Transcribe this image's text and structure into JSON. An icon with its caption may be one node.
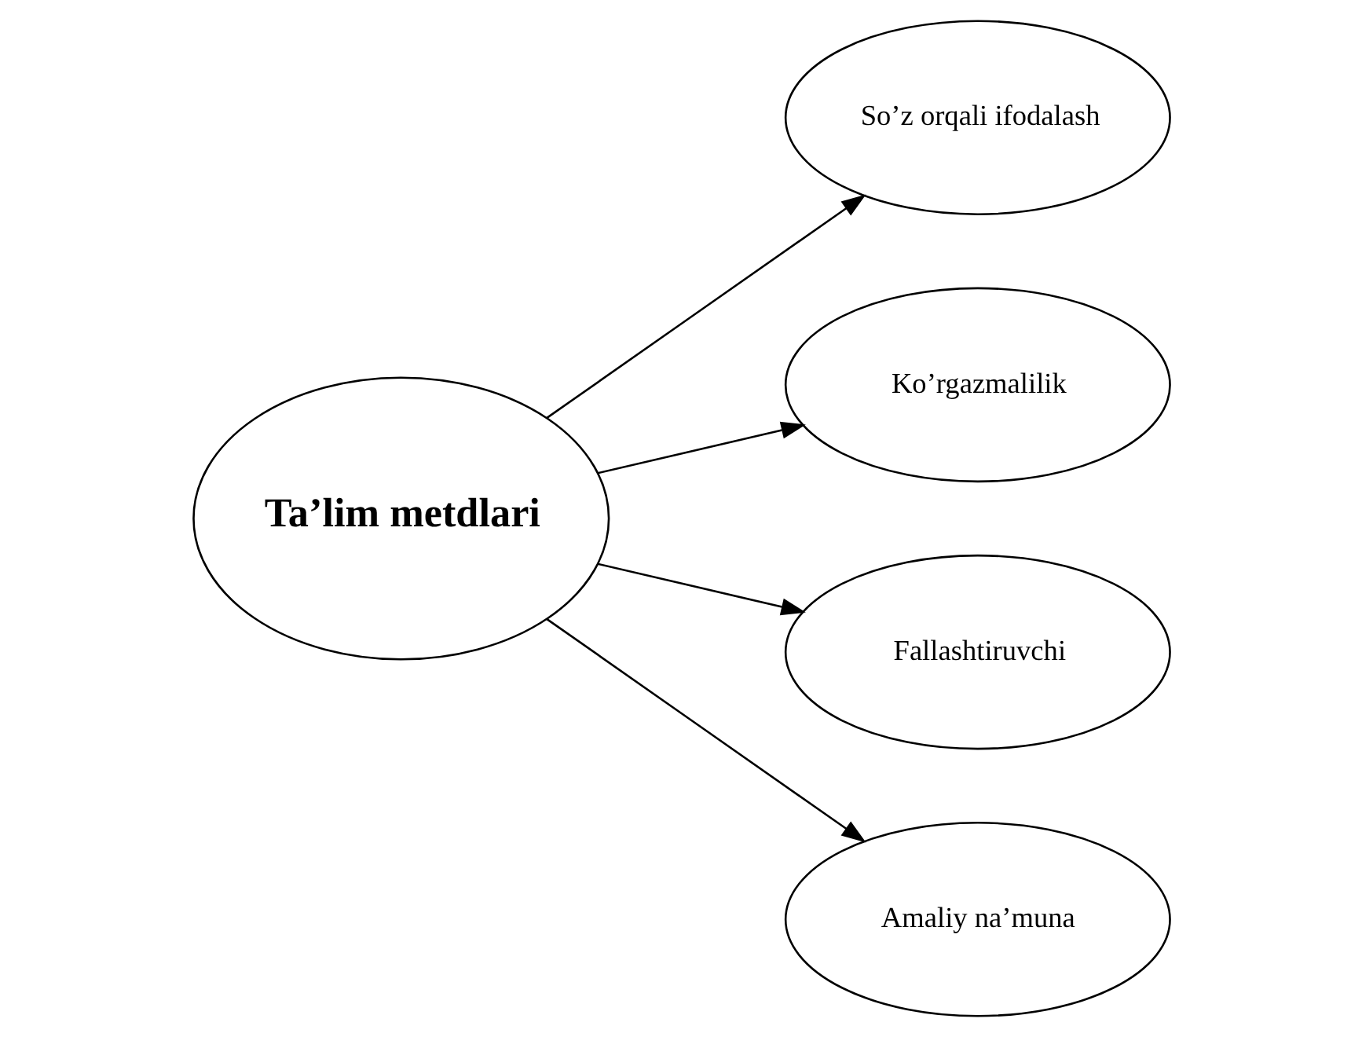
{
  "diagram": {
    "nodes": [
      {
        "text": [
          "Ta’lim metdlari"
        ]
      },
      {
        "text": [
          "So’z orqali ifodalash"
        ]
      },
      {
        "text": [
          "Ko’rgazmalilik"
        ]
      },
      {
        "text": [
          "Fallashtiruvchi"
        ]
      },
      {
        "text": [
          "Amaliy na’muna"
        ]
      }
    ],
    "edges": [
      {
        "from": 0,
        "to": 1,
        "arrow": "to"
      },
      {
        "from": 0,
        "to": 2,
        "arrow": "to"
      },
      {
        "from": 0,
        "to": 3,
        "arrow": "to"
      },
      {
        "from": 0,
        "to": 4,
        "arrow": "to"
      }
    ]
  }
}
